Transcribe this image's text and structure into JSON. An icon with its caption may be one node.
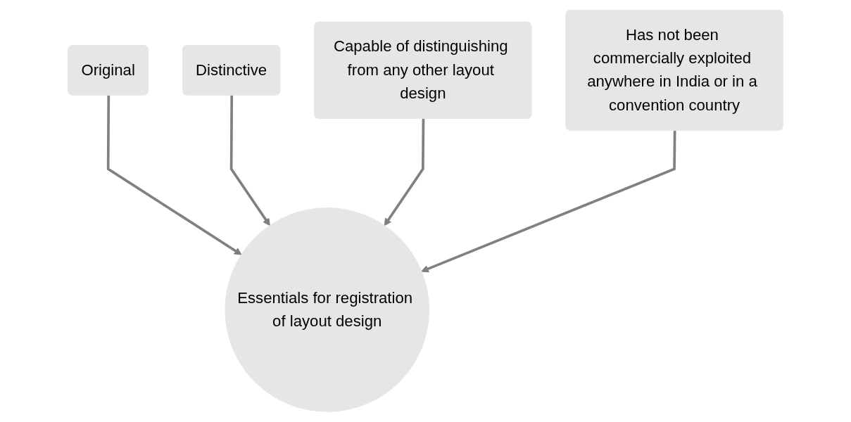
{
  "diagram": {
    "nodes": [
      {
        "text": [
          "Distinctive"
        ]
      },
      {
        "text": [
          "Capable of distinguishing from any other layout design"
        ]
      },
      {
        "text": [
          "Original"
        ]
      },
      {
        "text": [
          "Has not been commercially exploited anywhere in India or in a convention country"
        ]
      },
      {
        "text": [
          "Essentials for registration of layout design"
        ]
      }
    ],
    "edges": [
      {
        "from": 2,
        "to": 4,
        "arrow": "to"
      },
      {
        "from": 0,
        "to": 4,
        "arrow": "to"
      },
      {
        "from": 1,
        "to": 4,
        "arrow": "to"
      },
      {
        "from": 3,
        "to": 4,
        "arrow": "to"
      }
    ]
  }
}
